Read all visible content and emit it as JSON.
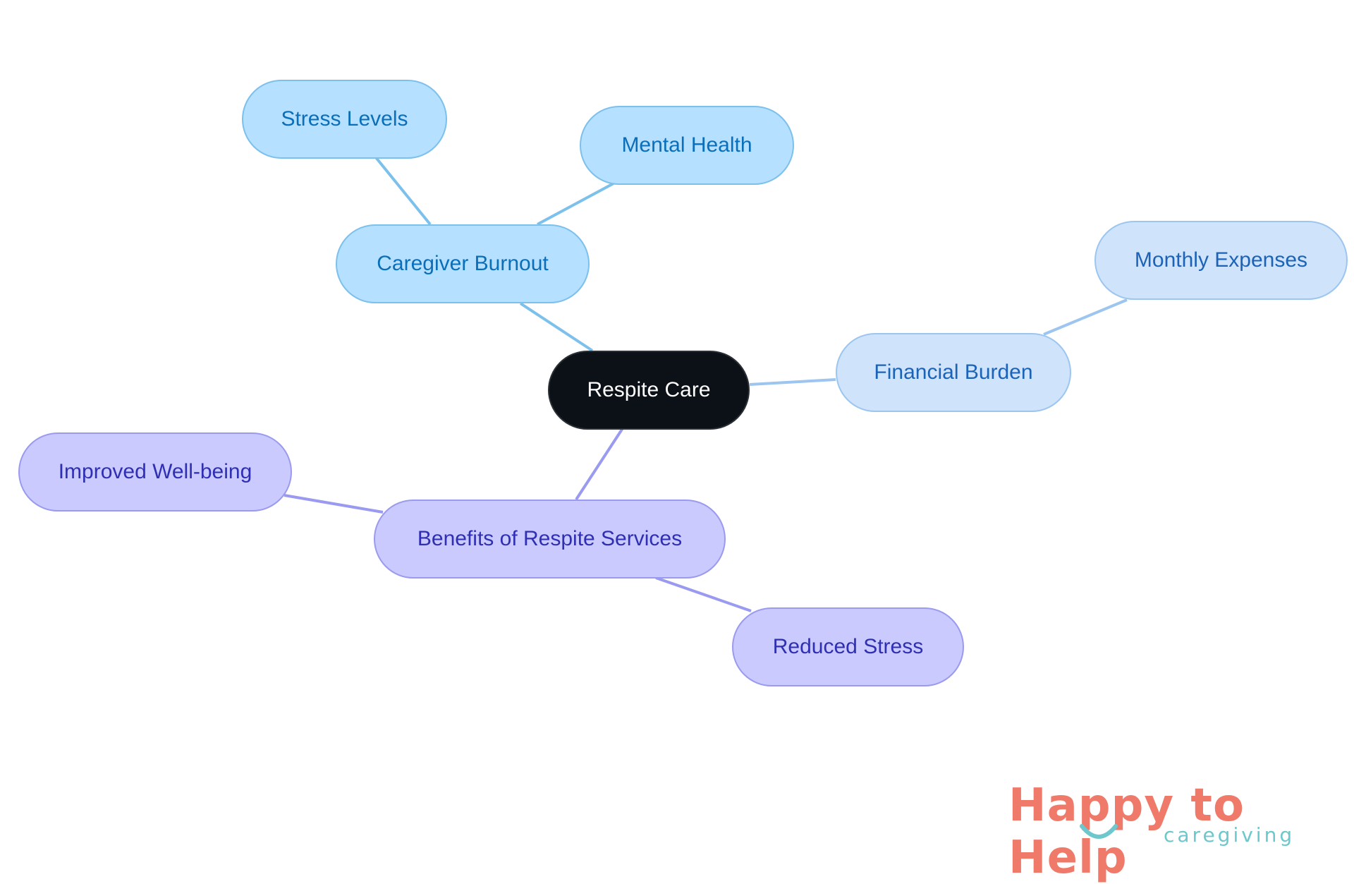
{
  "diagram": {
    "root": "Respite Care",
    "branches": {
      "burnout": {
        "label": "Caregiver Burnout",
        "children": [
          "Stress Levels",
          "Mental Health"
        ]
      },
      "finance": {
        "label": "Financial Burden",
        "children": [
          "Monthly Expenses"
        ]
      },
      "benefits": {
        "label": "Benefits of Respite Services",
        "children": [
          "Improved Well-being",
          "Reduced Stress"
        ]
      }
    },
    "colors": {
      "root_fill": "#0c1117",
      "burnout_fill": "#b6e0ff",
      "burnout_text": "#0a6fb8",
      "burnout_edge": "#7cc0ec",
      "finance_fill": "#cfe3fb",
      "finance_text": "#1c63b8",
      "finance_edge": "#9cc6f0",
      "benefits_fill": "#cacafe",
      "benefits_text": "#2f2fb4",
      "benefits_edge": "#9a9af0"
    }
  },
  "logo": {
    "word1": "Happy",
    "word2": "to Help",
    "tagline": "caregiving",
    "colors": {
      "primary": "#ef7a6a",
      "secondary": "#6cc8cc"
    }
  }
}
